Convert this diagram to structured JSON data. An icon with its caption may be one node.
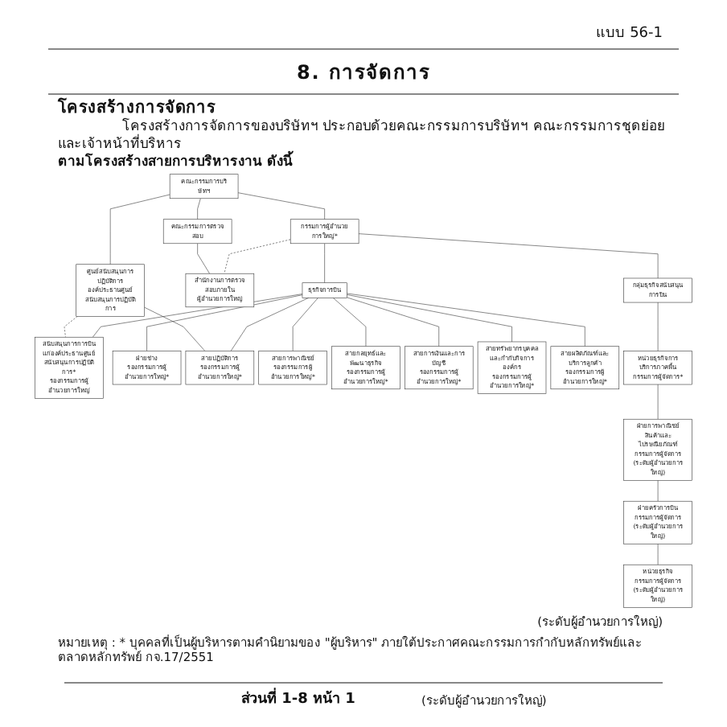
{
  "diagram": {
    "title": "8. การจัดการ",
    "nodes": [
      {
        "text": [
          "คณะกรรมการบริษัทฯ"
        ]
      },
      {
        "text": [
          "คณะกรรมการตรวจสอบ"
        ]
      },
      {
        "text": [
          "ศูนย์สนับสนุนการปฏิบัติการ",
          "องค์ประธานศูนย์สนับสนุนการปฏิบัติการ"
        ]
      },
      {
        "text": [
          "กรรมการผู้อำนวยการใหญ่*"
        ]
      },
      {
        "text": [
          "สำนักงานการตรวจสอบภายใน",
          "ผู้อำนวยการใหญ่"
        ]
      },
      {
        "text": [
          "ธุรกิจการบิน"
        ]
      },
      {
        "text": [
          "กลุ่มธุรกิจสนับสนุนการบิน"
        ]
      },
      {
        "text": [
          "สนับสนุนการการบินแก่องค์ประธานศูนย์สนับสนุนการปฏิบัติการ*",
          "รองกรรมการผู้อำนวยการใหญ่"
        ]
      },
      {
        "text": [
          "ฝ่ายช่าง",
          "รองกรรมการผู้อำนวยการใหญ่*"
        ]
      },
      {
        "text": [
          "สายปฏิบัติการ",
          "รองกรรมการผู้อำนวยการใหญ่*"
        ]
      },
      {
        "text": [
          "สายการพาณิชย์",
          "รองกรรมการผู้อำนวยการใหญ่*"
        ]
      },
      {
        "text": [
          "สายกลยุทธ์และพัฒนาธุรกิจ",
          "รองกรรมการผู้อำนวยการใหญ่*"
        ]
      },
      {
        "text": [
          "สายการเงินและการบัญชี",
          "รองกรรมการผู้อำนวยการใหญ่*"
        ]
      },
      {
        "text": [
          "สายทรัพยากรบุคคลและกำกับกิจการองค์กร",
          "รองกรรมการผู้อำนวยการใหญ่*"
        ]
      },
      {
        "text": [
          "สายผลิตภัณฑ์และบริการลูกค้า",
          "รองกรรมการผู้อำนวยการใหญ่*"
        ]
      },
      {
        "text": [
          "หน่วยธุรกิจการบริการภาคพื้น",
          "กรรมการผู้จัดการ*"
        ]
      },
      {
        "text": [
          "ฝ่ายการพาณิชย์สินค้าและไปรษณียภัณฑ์",
          "กรรมการผู้จัดการ",
          "(ระดับผู้อำนวยการใหญ่)"
        ]
      },
      {
        "text": [
          "ฝ่ายครัวการบิน",
          "กรรมการผู้จัดการ",
          "(ระดับผู้อำนวยการใหญ่)"
        ]
      },
      {
        "text": [
          "หน่วยธุรกิจ",
          "กรรมการผู้จัดการ",
          "(ระดับผู้อำนวยการใหญ่)"
        ]
      }
    ],
    "edges": [
      {
        "from": 0,
        "to": 1,
        "arrow": "none"
      },
      {
        "from": 0,
        "to": 2,
        "arrow": "none"
      },
      {
        "from": 0,
        "to": 3,
        "arrow": "none"
      },
      {
        "from": 1,
        "to": 4,
        "arrow": "none"
      },
      {
        "from": 3,
        "to": 4,
        "arrow": "none",
        "style": "dashed"
      },
      {
        "from": 3,
        "to": 5,
        "arrow": "none"
      },
      {
        "from": 3,
        "to": 6,
        "arrow": "none"
      },
      {
        "from": 2,
        "to": 7,
        "arrow": "none",
        "style": "dashed"
      },
      {
        "from": 2,
        "to": 9,
        "arrow": "none"
      },
      {
        "from": 5,
        "to": 7,
        "arrow": "none"
      },
      {
        "from": 5,
        "to": 8,
        "arrow": "none"
      },
      {
        "from": 5,
        "to": 9,
        "arrow": "none"
      },
      {
        "from": 5,
        "to": 10,
        "arrow": "none"
      },
      {
        "from": 5,
        "to": 11,
        "arrow": "none"
      },
      {
        "from": 5,
        "to": 12,
        "arrow": "none"
      },
      {
        "from": 5,
        "to": 13,
        "arrow": "none"
      },
      {
        "from": 5,
        "to": 14,
        "arrow": "none"
      },
      {
        "from": 6,
        "to": 15,
        "arrow": "none"
      },
      {
        "from": 15,
        "to": 16,
        "arrow": "none"
      },
      {
        "from": 16,
        "to": 17,
        "arrow": "none"
      },
      {
        "from": 17,
        "to": 18,
        "arrow": "none"
      }
    ],
    "labels": [
      "แบบ 56-1",
      "โครงสร้างการจัดการ",
      "โครงสร้างการจัดการของบริษัทฯ ประกอบด้วยคณะกรรมการบริษัทฯ คณะกรรมการชุดย่อย และเจ้าหน้าที่บริหาร",
      "ตามโครงสร้างสายการบริหารงาน ดังนี้",
      "(ระดับผู้อำนวยการใหญ่)",
      "หมายเหตุ : * บุคคลที่เป็นผู้บริหารตามคำนิยามของ \"ผู้บริหาร\" ภายใต้ประกาศคณะกรรมการกำกับหลักทรัพย์และตลาดหลักทรัพย์ กจ.17/2551",
      "ส่วนที่ 1-8 หน้า 1",
      "(ระดับผู้อำนวยการใหญ่)"
    ]
  }
}
